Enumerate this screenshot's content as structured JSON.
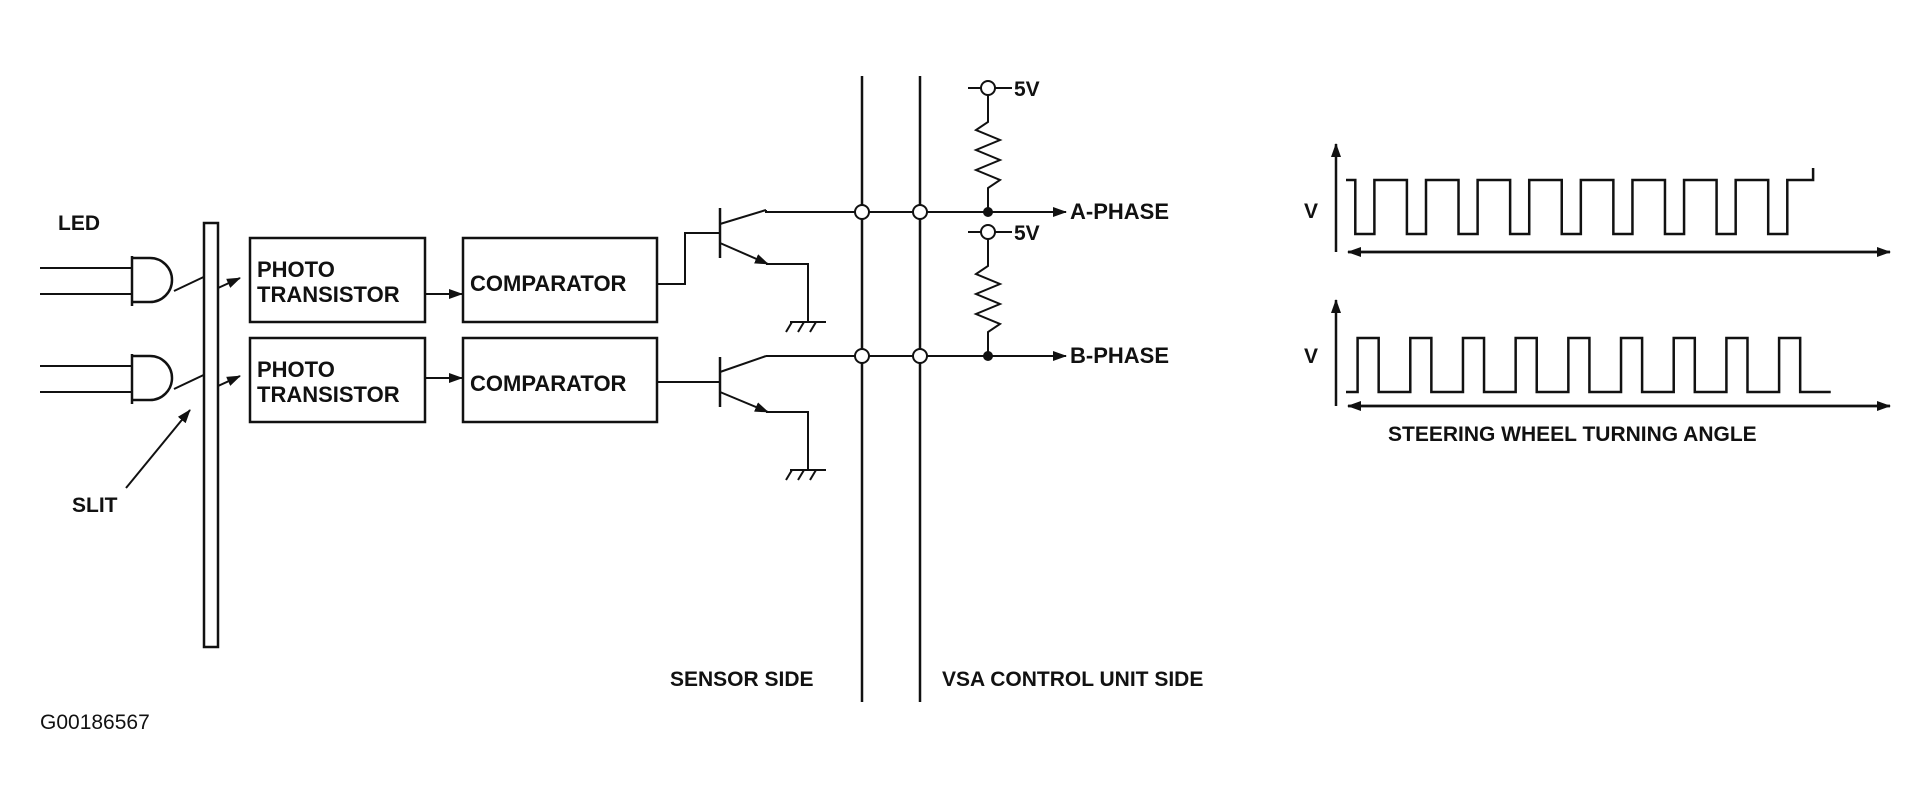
{
  "labels": {
    "led": "LED",
    "slit": "SLIT",
    "photo_line1": "PHOTO",
    "photo_line2": "TRANSISTOR",
    "comparator": "COMPARATOR",
    "v5": "5V",
    "a_phase": "A-PHASE",
    "b_phase": "B-PHASE",
    "v_axis": "V",
    "sensor_side": "SENSOR SIDE",
    "vsa_side": "VSA CONTROL UNIT SIDE",
    "steering_angle": "STEERING WHEEL TURNING ANGLE",
    "figure_id": "G00186567"
  },
  "waveforms": {
    "a_phase_pulses": 9,
    "b_phase_pulses": 9
  },
  "colors": {
    "ink": "#111111",
    "background": "#ffffff"
  }
}
